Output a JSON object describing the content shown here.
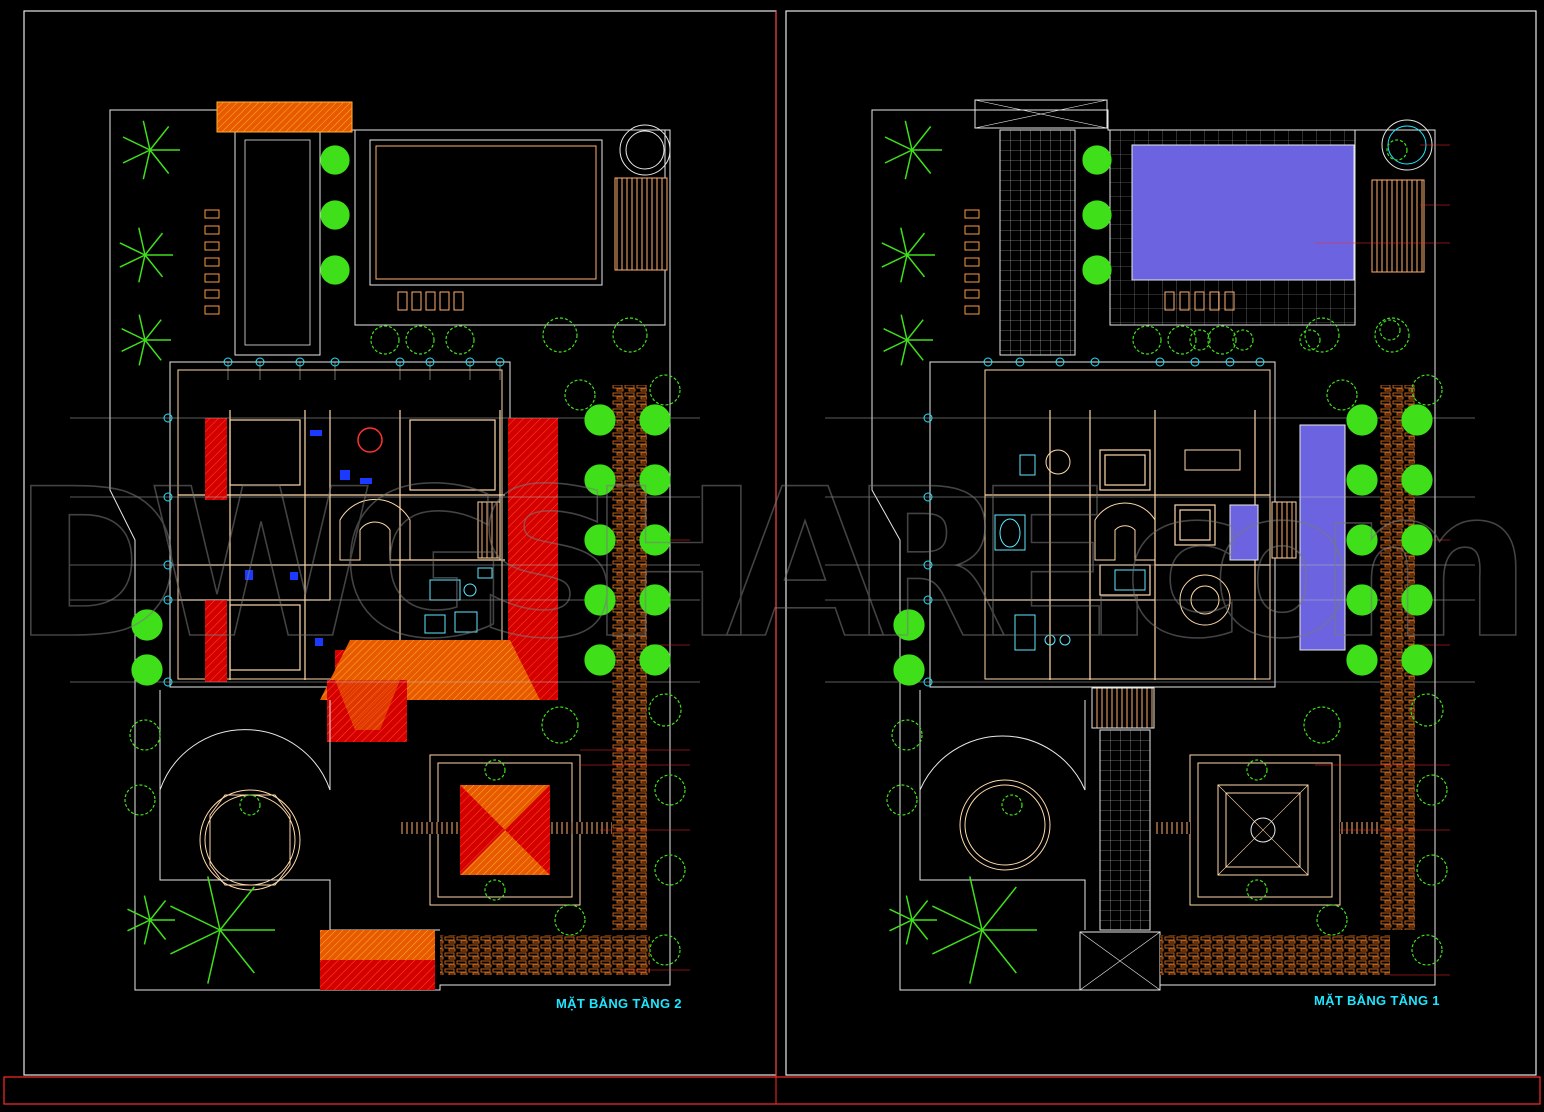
{
  "sheets": {
    "floor2": {
      "title": "MẶT BẰNG TẦNG 2"
    },
    "floor1": {
      "title": "MẶT BẰNG TẦNG 1"
    }
  },
  "watermark": {
    "text": "DWGSHARE.com"
  },
  "colors": {
    "background": "#000000",
    "frame": "#e8e8e8",
    "frame_red": "#ff2a2a",
    "wall": "#ffd9a8",
    "orange_line": "#ff9a3c",
    "roof_red": "#d40000",
    "roof_orange": "#e85a00",
    "pool_blue": "#6b63e0",
    "tree_green": "#3fe01a",
    "grid_axis": "#b8b8b8",
    "cyan_text": "#1ee6ff",
    "brick": "#c8641e"
  }
}
